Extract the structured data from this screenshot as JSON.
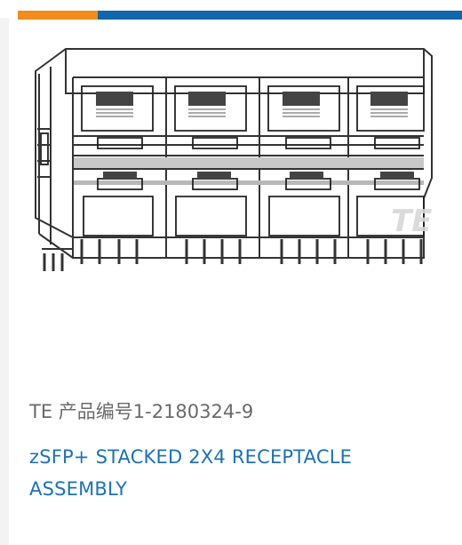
{
  "card": {
    "part_number_text": "TE 产品编号1-2180324-9",
    "title": "zSFP+ STACKED 2X4 RECEPTACLE ASSEMBLY",
    "image_watermark": "TE"
  },
  "colors": {
    "accent_orange": "#f28c1b",
    "accent_blue": "#1067ab",
    "part_number_text": "#6a6a6a",
    "title_text": "#1b71b8"
  },
  "icons": {
    "product_image": "stacked-receptacle-drawing"
  }
}
